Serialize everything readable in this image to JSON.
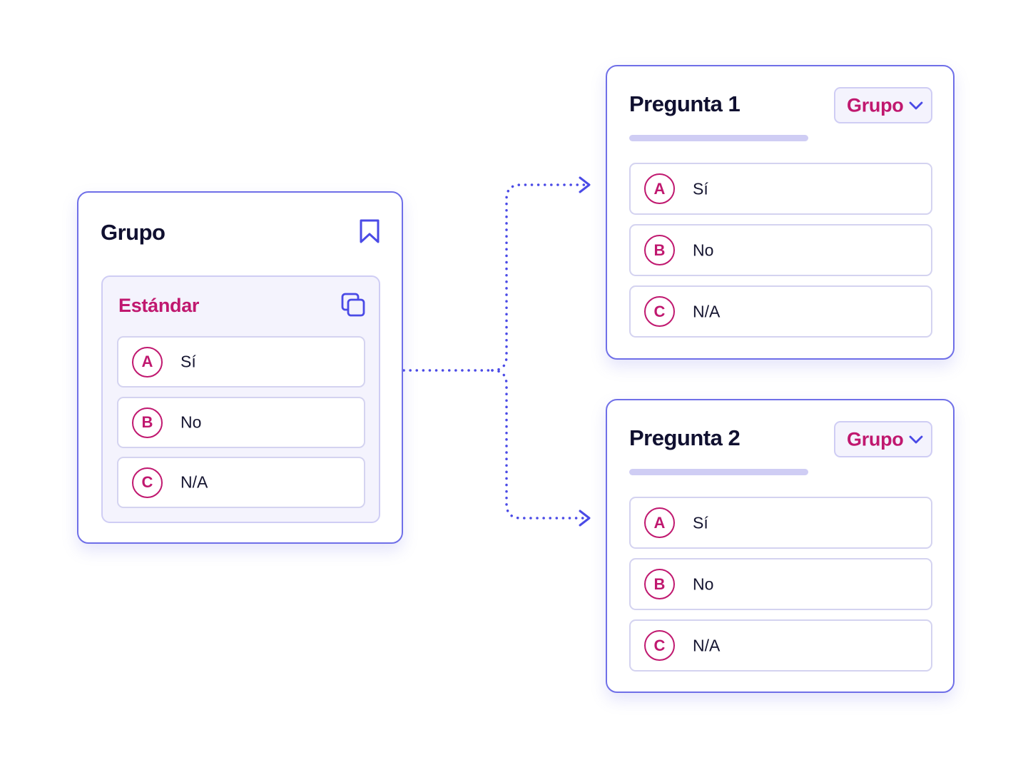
{
  "colors": {
    "accent": "#4a4ae6",
    "brand": "#c0186f",
    "border": "#6f6fe8",
    "soft": "#cfcdf4"
  },
  "source_card": {
    "title": "Grupo",
    "icon": "bookmark-icon",
    "panel": {
      "title": "Estándar",
      "icon": "copy-icon",
      "options": [
        {
          "letter": "A",
          "label": "Sí"
        },
        {
          "letter": "B",
          "label": "No"
        },
        {
          "letter": "C",
          "label": "N/A"
        }
      ]
    }
  },
  "question_cards": [
    {
      "title": "Pregunta 1",
      "group_select": {
        "value": "Grupo",
        "icon": "chevron-down-icon"
      },
      "options": [
        {
          "letter": "A",
          "label": "Sí"
        },
        {
          "letter": "B",
          "label": "No"
        },
        {
          "letter": "C",
          "label": "N/A"
        }
      ]
    },
    {
      "title": "Pregunta 2",
      "group_select": {
        "value": "Grupo",
        "icon": "chevron-down-icon"
      },
      "options": [
        {
          "letter": "A",
          "label": "Sí"
        },
        {
          "letter": "B",
          "label": "No"
        },
        {
          "letter": "C",
          "label": "N/A"
        }
      ]
    }
  ]
}
